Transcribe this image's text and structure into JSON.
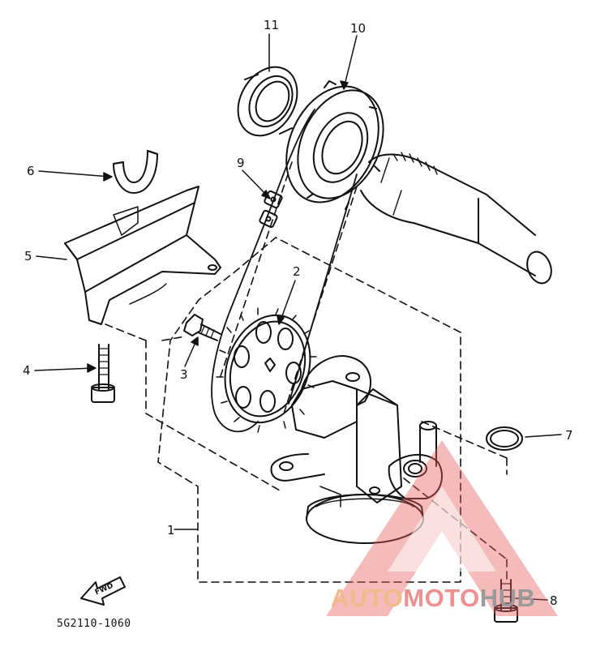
{
  "callouts": {
    "c1": "1",
    "c2": "2",
    "c3": "3",
    "c4": "4",
    "c5": "5",
    "c6": "6",
    "c7": "7",
    "c8": "8",
    "c9": "9",
    "c10": "10",
    "c11": "11"
  },
  "fwd_label": "FWD",
  "diagram_code": "5G2110-1060",
  "watermark": {
    "part1": "AUTO",
    "part2": "MOTO",
    "part3": "HUB"
  },
  "colors": {
    "ink": "#111111",
    "watermark_red": "#e85a5a",
    "watermark_orange": "#f2b98a",
    "watermark_gray": "#9a9a9a"
  }
}
